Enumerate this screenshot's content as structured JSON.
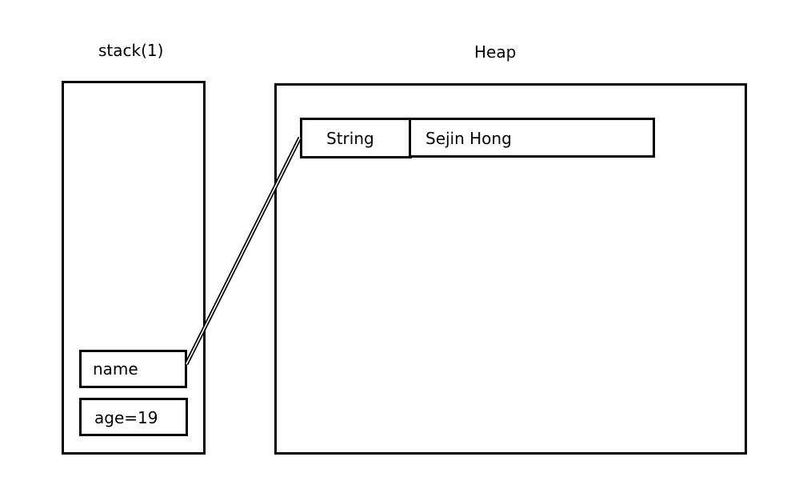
{
  "stack": {
    "title": "stack(1)",
    "variables": [
      {
        "label": "name"
      },
      {
        "label": "age=19"
      }
    ]
  },
  "heap": {
    "title": "Heap",
    "object": {
      "type_label": "String",
      "value_label": "Sejin Hong"
    }
  },
  "pointer": {
    "from": "name",
    "to": "String"
  }
}
